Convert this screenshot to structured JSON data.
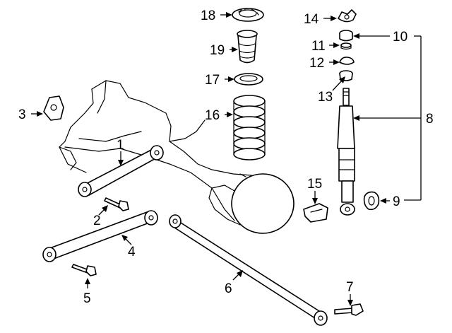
{
  "callouts": {
    "c1": "1",
    "c2": "2",
    "c3": "3",
    "c4": "4",
    "c5": "5",
    "c6": "6",
    "c7": "7",
    "c8": "8",
    "c9": "9",
    "c10": "10",
    "c11": "11",
    "c12": "12",
    "c13": "13",
    "c14": "14",
    "c15": "15",
    "c16": "16",
    "c17": "17",
    "c18": "18",
    "c19": "19"
  },
  "colors": {
    "line": "#000000",
    "background": "#ffffff"
  }
}
